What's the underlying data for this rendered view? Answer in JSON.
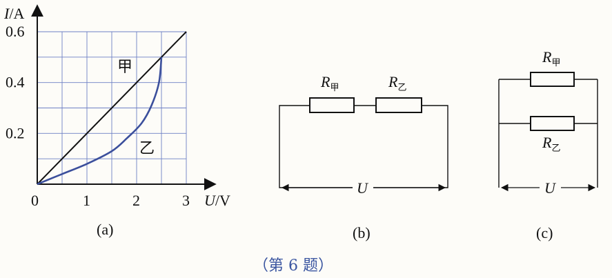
{
  "chart_data": {
    "type": "line",
    "xlabel_var": "U",
    "xlabel_unit": "/V",
    "ylabel_var": "I",
    "ylabel_unit": "/A",
    "x_ticks": [
      "1",
      "2",
      "3"
    ],
    "y_ticks": [
      "0.2",
      "0.4",
      "0.6"
    ],
    "origin_label": "0",
    "xlim": [
      0,
      3
    ],
    "ylim": [
      0,
      0.6
    ],
    "grid": true,
    "series": [
      {
        "name": "甲",
        "x": [
          0,
          3
        ],
        "y": [
          0,
          0.6
        ],
        "color": "#111111"
      },
      {
        "name": "乙",
        "x": [
          0,
          0.5,
          1.0,
          1.5,
          1.8,
          2.1,
          2.3,
          2.45,
          2.5
        ],
        "y": [
          0,
          0.04,
          0.08,
          0.13,
          0.18,
          0.24,
          0.31,
          0.4,
          0.5
        ],
        "color": "#3b4f9c"
      }
    ],
    "caption": "(a)"
  },
  "circuit_b": {
    "r1_letter": "R",
    "r1_sub": "甲",
    "r2_letter": "R",
    "r2_sub": "乙",
    "voltage": "U",
    "caption": "(b)"
  },
  "circuit_c": {
    "r1_letter": "R",
    "r1_sub": "甲",
    "r2_letter": "R",
    "r2_sub": "乙",
    "voltage": "U",
    "caption": "(c)"
  },
  "footer": "（第 6 题）",
  "colors": {
    "grid": "#6d7fc4",
    "curve": "#3b4f9c",
    "footer": "#3a55a0"
  }
}
